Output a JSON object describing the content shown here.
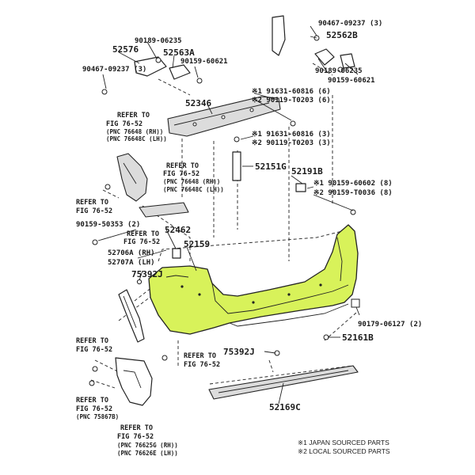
{
  "colors": {
    "bumper_fill": "#d8f25a",
    "line": "#222222",
    "background": "#ffffff"
  },
  "parts": {
    "p90467_top": "90467-09237 (3)",
    "p52562B": "52562B",
    "p90189_left": "90189-06235",
    "p52576": "52576",
    "p52563A": "52563A",
    "p90159_60621_left": "90159-60621",
    "p90467_left": "90467-09237 (3)",
    "p90189_right": "90189-06235",
    "p90159_60621_right": "90159-60621",
    "p91631_a": "※1 91631-60816 (6)",
    "p90119_a": "※2 90119-T0203 (6)",
    "p52346": "52346",
    "p91631_b": "※1 91631-60816 (3)",
    "p90119_b": "※2 90119-T0203 (3)",
    "p52151G": "52151G",
    "p52191B": "52191B",
    "p90159_60602": "※1 90159-60602 (8)",
    "p90159_T0036": "※2 90159-T0036 (8)",
    "p90159_50353": "90159-50353 (2)",
    "p52462": "52462",
    "p52159": "52159",
    "p52706A": "52706A (RH)",
    "p52707A": "52707A (LH)",
    "p75392J_top": "75392J",
    "p90179": "90179-06127 (2)",
    "p52161B": "52161B",
    "p75392J_bottom": "75392J",
    "p52169C": "52169C"
  },
  "refs": {
    "r1_title": "REFER TO",
    "r1_fig": "FIG 76-52",
    "r1_pnc1": "(PNC 76648 (RH))",
    "r1_pnc2": "(PNC 76648C (LH))",
    "r2_title": "REFER TO",
    "r2_fig": "FIG 76-52",
    "r2_pnc1": "(PNC 76648 (RH))",
    "r2_pnc2": "(PNC 76648C (LH))",
    "r3_title": "REFER TO",
    "r3_fig": "FIG 76-52",
    "r4_title": "REFER TO",
    "r4_fig": "FIG 76-52",
    "r5_title": "REFER TO",
    "r5_fig": "FIG 76-52",
    "r6_title": "REFER TO",
    "r6_fig": "FIG 76-52",
    "r7_title": "REFER TO",
    "r7_fig": "FIG 76-52",
    "r7_pnc": "(PNC 75867B)",
    "r8_title": "REFER TO",
    "r8_fig": "FIG 76-52",
    "r8_pnc1": "(PNC 76625G (RH))",
    "r8_pnc2": "(PNC 76626E (LH))"
  },
  "legend": {
    "line1": "※1 JAPAN SOURCED PARTS",
    "line2": "※2 LOCAL SOURCED PARTS"
  }
}
